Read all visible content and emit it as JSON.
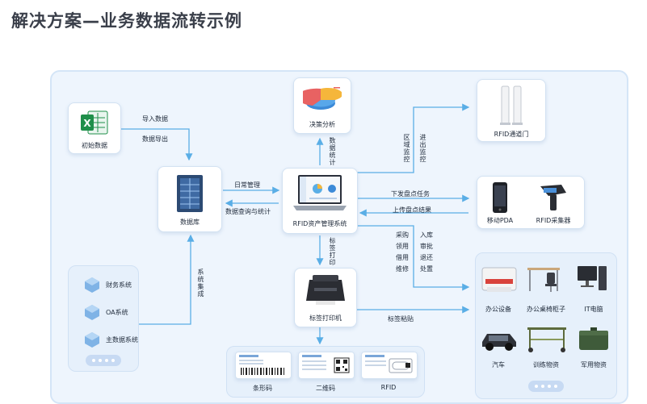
{
  "title": "解决方案—业务数据流转示例",
  "nodes": {
    "initial_data": "初始数据",
    "database": "数据库",
    "decision": "决策分析",
    "rfid_system": "RFID资产管理系统",
    "printer": "标签打印机",
    "rfid_gate": "RFID通道门",
    "mobile_pda": "移动PDA",
    "rfid_reader": "RFID采集器"
  },
  "systems": [
    "财务系统",
    "OA系统",
    "主数据系统"
  ],
  "labels": {
    "barcode": "条形码",
    "qrcode": "二维码",
    "rfid": "RFID"
  },
  "assets": [
    "办公设备",
    "办公桌椅柜子",
    "IT电脑",
    "汽车",
    "训练物资",
    "军用物资"
  ],
  "flows": {
    "import": "导入数据",
    "export": "数据导出",
    "daily": "日常管理",
    "query": "数据查询与统计",
    "stats": "数据统计",
    "integration": "系统集成",
    "area_monitor": "区域监控",
    "in_out_monitor": "进出监控",
    "issue_task": "下发盘点任务",
    "upload_result": "上传盘点结果",
    "label_print": "标签打印",
    "label_paste": "标签粘贴",
    "ops_left": [
      "采购",
      "领用",
      "借用",
      "维修"
    ],
    "ops_right": [
      "入库",
      "审批",
      "退还",
      "处置"
    ]
  },
  "colors": {
    "accent": "#2f9de0",
    "arrow": "#5aaee6",
    "panel": "#eef5fd",
    "excel": "#1f8f4a"
  }
}
